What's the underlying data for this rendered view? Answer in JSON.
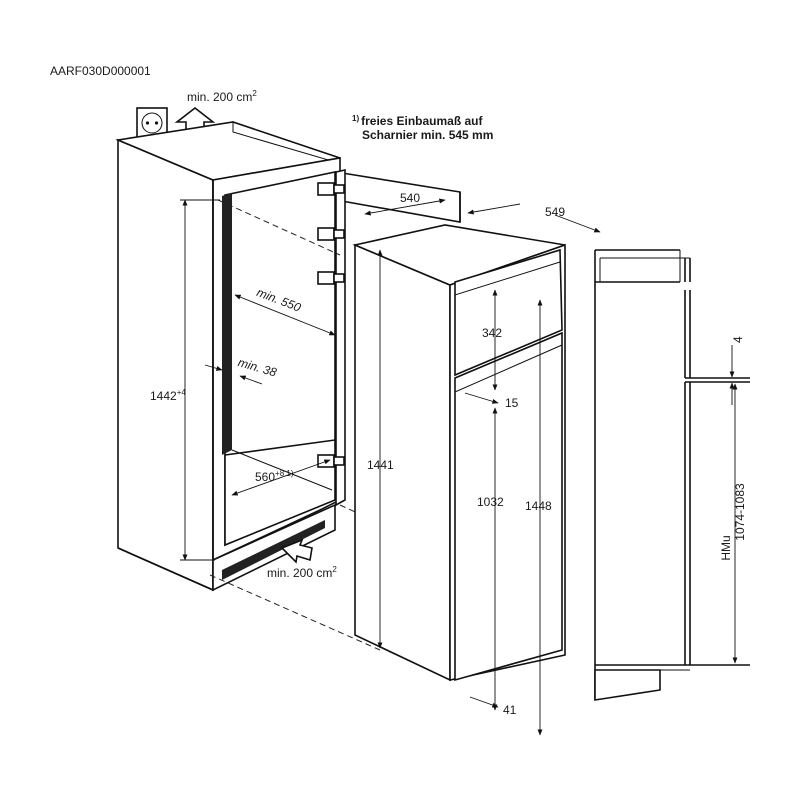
{
  "doc_code": "AARF030D000001",
  "vent_top": "min. 200 cm",
  "vent_top_sup": "2",
  "vent_bottom": "min. 200 cm",
  "vent_bottom_sup": "2",
  "note": {
    "marker": "1)",
    "line1": "freies Einbaumaß auf",
    "line2": "Scharnier min. 545 mm"
  },
  "dims": {
    "niche_depth": "540",
    "appliance_depth": "549",
    "niche_height": "1442",
    "niche_height_sup": "+4",
    "min_depth": "min. 550",
    "min_gap": "min. 38",
    "niche_width": "560",
    "niche_width_sup": "+8 1)",
    "appliance_height_side": "1441",
    "freezer_door": "342",
    "door_gap": "15",
    "fridge_door": "1032",
    "appliance_height": "1448",
    "plinth": "41",
    "top_gap": "4",
    "hmu_label": "HMu",
    "hmu_range": "1074-1083"
  }
}
